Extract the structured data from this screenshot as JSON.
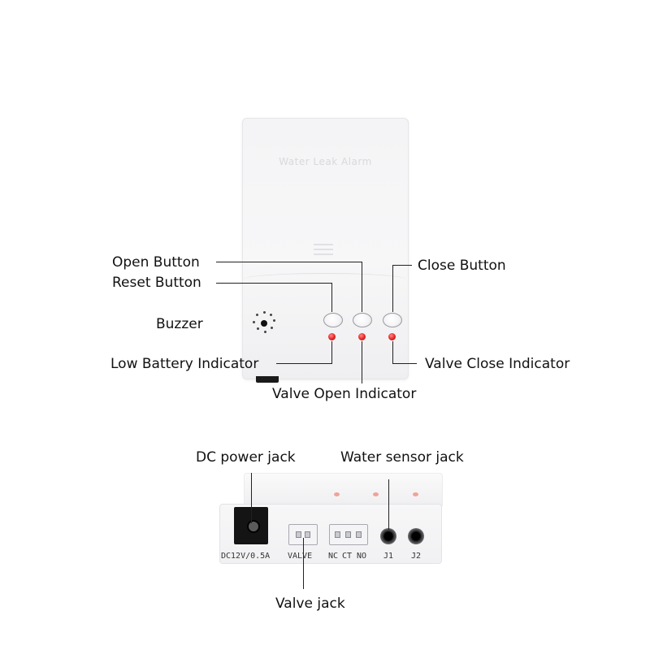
{
  "device": {
    "front_title": "Water Leak Alarm",
    "colors": {
      "led": "#e32222",
      "body": "#f4f4f6"
    }
  },
  "callouts_front": {
    "open_button": "Open Button",
    "reset_button": "Reset Button",
    "close_button": "Close Button",
    "buzzer": "Buzzer",
    "low_battery_indicator": "Low Battery Indicator",
    "valve_open_indicator": "Valve Open Indicator",
    "valve_close_indicator": "Valve Close Indicator"
  },
  "callouts_bottom": {
    "dc_power_jack": "DC power jack",
    "water_sensor_jack": "Water sensor jack",
    "valve_jack": "Valve jack"
  },
  "port_labels": {
    "dc": "DC12V/0.5A",
    "valve": "VALVE",
    "nc": "NC",
    "ct": "CT",
    "no": "NO",
    "j1": "J1",
    "j2": "J2"
  }
}
